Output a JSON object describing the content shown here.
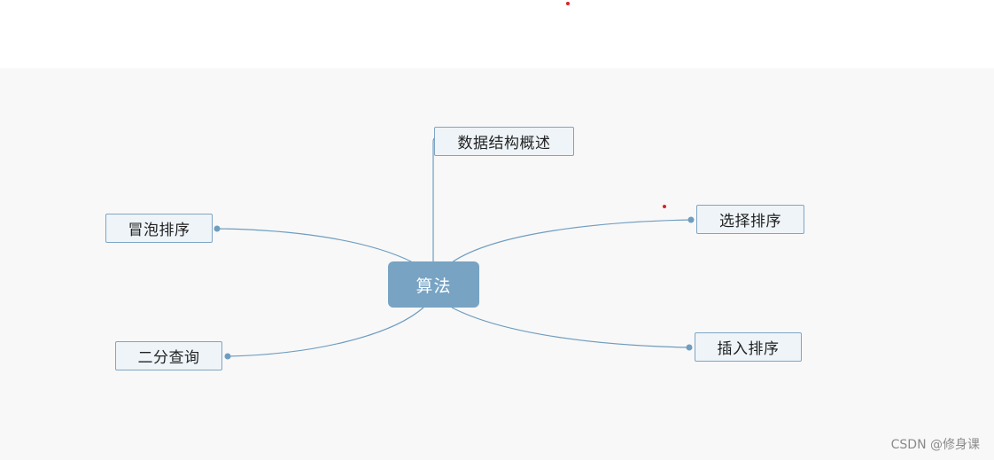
{
  "mindmap": {
    "root": {
      "label": "算法"
    },
    "branches": [
      {
        "key": "overview",
        "label": "数据结构概述"
      },
      {
        "key": "bubble",
        "label": "冒泡排序"
      },
      {
        "key": "selection",
        "label": "选择排序"
      },
      {
        "key": "binary",
        "label": "二分查询"
      },
      {
        "key": "insertion",
        "label": "插入排序"
      }
    ]
  },
  "watermark": "CSDN @修身课",
  "colors": {
    "root_fill": "#78a3c3",
    "node_fill": "#eef4f8",
    "node_border": "#7fa5c3",
    "connector": "#6f9dbf",
    "marker": "#e02020",
    "canvas_background": "#f8f8f8"
  }
}
